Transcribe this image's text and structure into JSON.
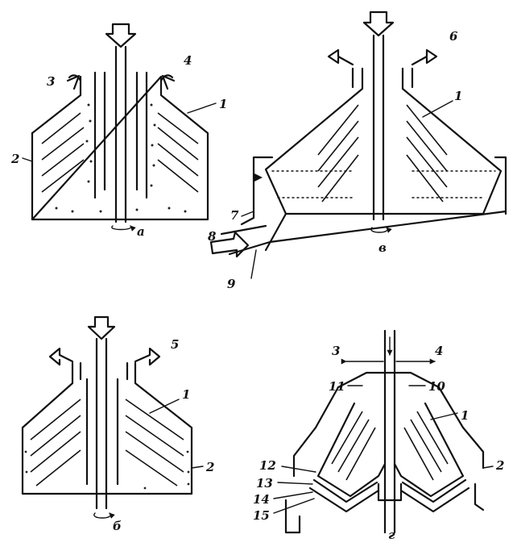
{
  "figures": {
    "a": {
      "caption": "а",
      "labels": {
        "l1": "1",
        "l2": "2",
        "l3": "3",
        "l4": "4"
      }
    },
    "v": {
      "caption": "в",
      "labels": {
        "l1": "1",
        "l6": "6",
        "l7": "7",
        "l8": "8",
        "l9": "9"
      }
    },
    "b": {
      "caption": "б",
      "labels": {
        "l1": "1",
        "l2": "2",
        "l5": "5"
      }
    },
    "g": {
      "caption": "г",
      "labels": {
        "l1": "1",
        "l2": "2",
        "l3": "3",
        "l4": "4",
        "l10": "10",
        "l11": "11",
        "l12": "12",
        "l13": "13",
        "l14": "14",
        "l15": "15"
      }
    }
  }
}
